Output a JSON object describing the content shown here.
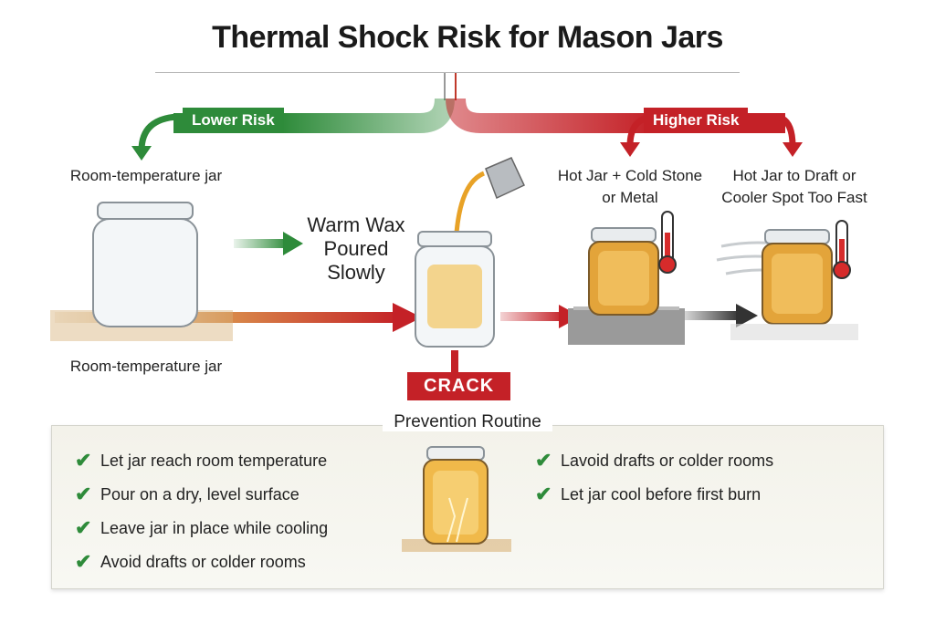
{
  "title": "Thermal Shock Risk for Mason Jars",
  "branches": {
    "lower": {
      "label": "Lower Risk",
      "color": "#2e8b3a"
    },
    "higher": {
      "label": "Higher Risk",
      "color": "#c42127"
    }
  },
  "left_column": {
    "top_label": "Room-temperature jar",
    "bottom_label": "Room-temperature jar"
  },
  "center": {
    "pour_label_lines": [
      "Warm Wax",
      "Poured",
      "Slowly"
    ],
    "crack_label": "CRACK"
  },
  "risks": [
    {
      "label_lines": [
        "Hot Jar + Cold Stone",
        "or Metal"
      ]
    },
    {
      "label_lines": [
        "Hot Jar to Draft or",
        "Cooler Spot Too Fast"
      ]
    }
  ],
  "prevention": {
    "title": "Prevention Routine",
    "left_items": [
      "Let jar reach room temperature",
      "Pour on a dry, level surface",
      "Leave jar in place while cooling",
      "Avoid drafts or colder rooms"
    ],
    "right_items": [
      "Lavoid drafts or colder rooms",
      "Let jar cool before first burn"
    ],
    "check_icon": "✔"
  },
  "colors": {
    "green": "#2e8b3a",
    "red": "#c42127",
    "wax": "#e8a227",
    "dark_arrow": "#333333"
  }
}
